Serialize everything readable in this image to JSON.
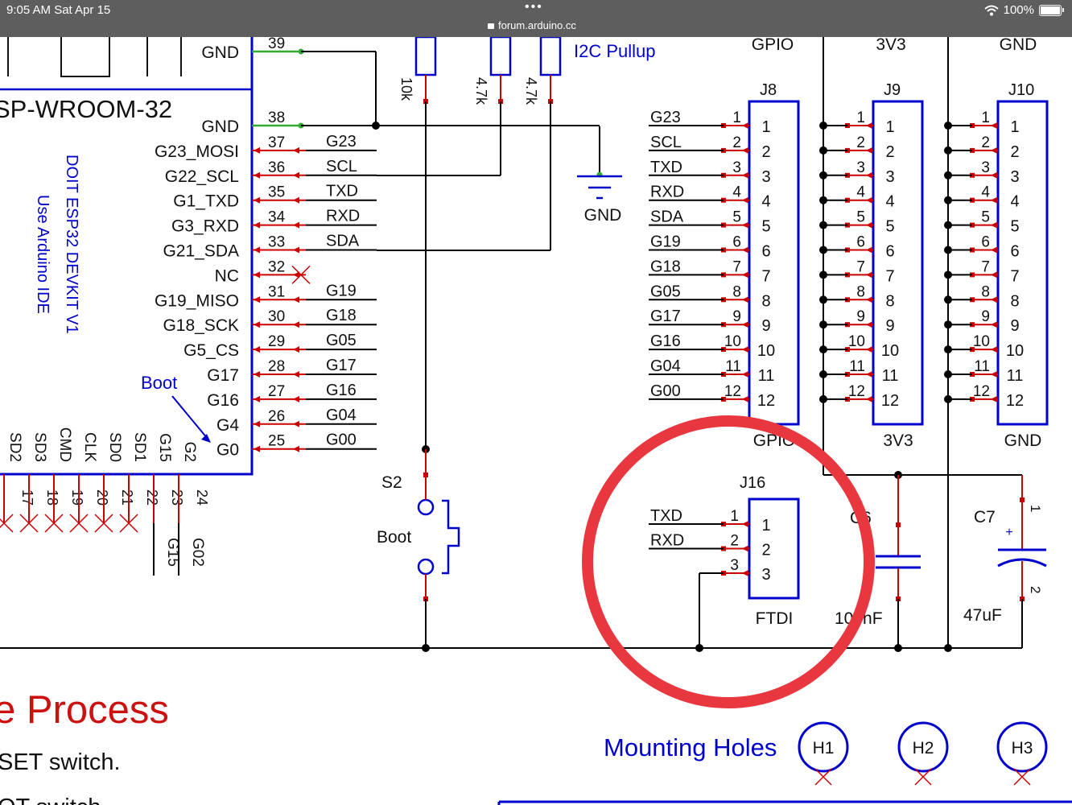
{
  "status": {
    "time": "9:05 AM   Sat Apr 15",
    "url": "forum.arduino.cc",
    "battery": "100%"
  },
  "module": {
    "title": "SP-WROOM-32",
    "note1": "DOIT ESP32 DEVKIT V1",
    "note2": "Use Arduino IDE",
    "boot_note": "Boot",
    "top_gnd": "GND",
    "top_pin": "39",
    "right_pins": [
      {
        "name": "GND",
        "num": "38",
        "net": ""
      },
      {
        "name": "G23_MOSI",
        "num": "37",
        "net": "G23"
      },
      {
        "name": "G22_SCL",
        "num": "36",
        "net": "SCL"
      },
      {
        "name": "G1_TXD",
        "num": "35",
        "net": "TXD"
      },
      {
        "name": "G3_RXD",
        "num": "34",
        "net": "RXD"
      },
      {
        "name": "G21_SDA",
        "num": "33",
        "net": "SDA"
      },
      {
        "name": "NC",
        "num": "32",
        "net": ""
      },
      {
        "name": "G19_MISO",
        "num": "31",
        "net": "G19"
      },
      {
        "name": "G18_SCK",
        "num": "30",
        "net": "G18"
      },
      {
        "name": "G5_CS",
        "num": "29",
        "net": "G05"
      },
      {
        "name": "G17",
        "num": "28",
        "net": "G17"
      },
      {
        "name": "G16",
        "num": "27",
        "net": "G16"
      },
      {
        "name": "G4",
        "num": "26",
        "net": "G04"
      },
      {
        "name": "G0",
        "num": "25",
        "net": "G00"
      }
    ],
    "bottom_pins": [
      {
        "name": "SD2",
        "num": "17"
      },
      {
        "name": "SD3",
        "num": "18"
      },
      {
        "name": "CMD",
        "num": "19"
      },
      {
        "name": "CLK",
        "num": "20"
      },
      {
        "name": "SD0",
        "num": "21"
      },
      {
        "name": "SD1",
        "num": "22"
      },
      {
        "name": "G15",
        "num": "23"
      },
      {
        "name": "G2",
        "num": "24"
      }
    ],
    "bottom_nets": [
      "G15",
      "G02"
    ]
  },
  "pullups": {
    "r1": "10k",
    "r2": "4.7k",
    "r3": "4.7k",
    "label": "I2C Pullup",
    "gnd": "GND"
  },
  "headers": {
    "top_labels": [
      "GPIO",
      "3V3",
      "GND"
    ],
    "j8": {
      "ref": "J8",
      "bottom": "GPIO",
      "nets": [
        "G23",
        "SCL",
        "TXD",
        "RXD",
        "SDA",
        "G19",
        "G18",
        "G05",
        "G17",
        "G16",
        "G04",
        "G00"
      ]
    },
    "j9": {
      "ref": "J9",
      "bottom": "3V3"
    },
    "j10": {
      "ref": "J10",
      "bottom": "GND"
    },
    "pins": [
      "1",
      "2",
      "3",
      "4",
      "5",
      "6",
      "7",
      "8",
      "9",
      "10",
      "11",
      "12"
    ]
  },
  "boot_switch": {
    "ref": "S2",
    "label": "Boot"
  },
  "ftdi": {
    "ref": "J16",
    "label": "FTDI",
    "nets": [
      "TXD",
      "RXD"
    ],
    "pins": [
      "1",
      "2",
      "3"
    ]
  },
  "caps": {
    "c6_ref": "C6",
    "c6_val": "100nF",
    "c7_ref": "C7",
    "c7_val": "47uF",
    "c7_p1": "1",
    "c7_p2": "2"
  },
  "bottom": {
    "heading": "e Process",
    "line1": "SET switch.",
    "line2": "OT switch",
    "mounting": "Mounting Holes",
    "holes": [
      "H1",
      "H2",
      "H3"
    ]
  },
  "colors": {
    "wire": "#000000",
    "part": "#0000cc",
    "pin": "#cc0000",
    "green": "#33aa33",
    "circle": "#e8373f",
    "heading": "#cc1111"
  }
}
